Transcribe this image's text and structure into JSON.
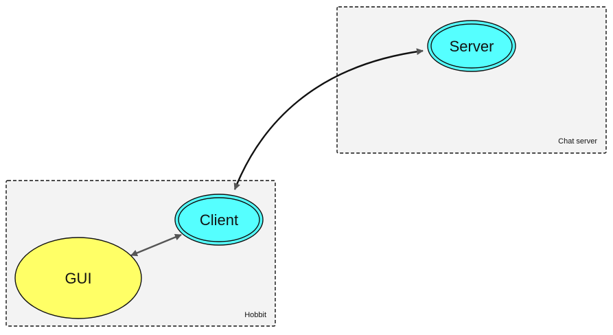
{
  "colors": {
    "cluster_fill": "#f3f3f3",
    "cyan_node": "#55ffff",
    "yellow_node": "#ffff66",
    "edge_gray": "#555555",
    "edge_black": "#111111"
  },
  "clusters": {
    "chat_server": {
      "label": "Chat server"
    },
    "hobbit": {
      "label": "Hobbit"
    }
  },
  "nodes": {
    "server": {
      "label": "Server",
      "shape": "double-ellipse",
      "color": "#55ffff"
    },
    "client": {
      "label": "Client",
      "shape": "double-ellipse",
      "color": "#55ffff"
    },
    "gui": {
      "label": "GUI",
      "shape": "ellipse",
      "color": "#ffff66"
    }
  },
  "edges": [
    {
      "from": "Client",
      "to": "Server",
      "direction": "both"
    },
    {
      "from": "GUI",
      "to": "Client",
      "direction": "both"
    }
  ]
}
